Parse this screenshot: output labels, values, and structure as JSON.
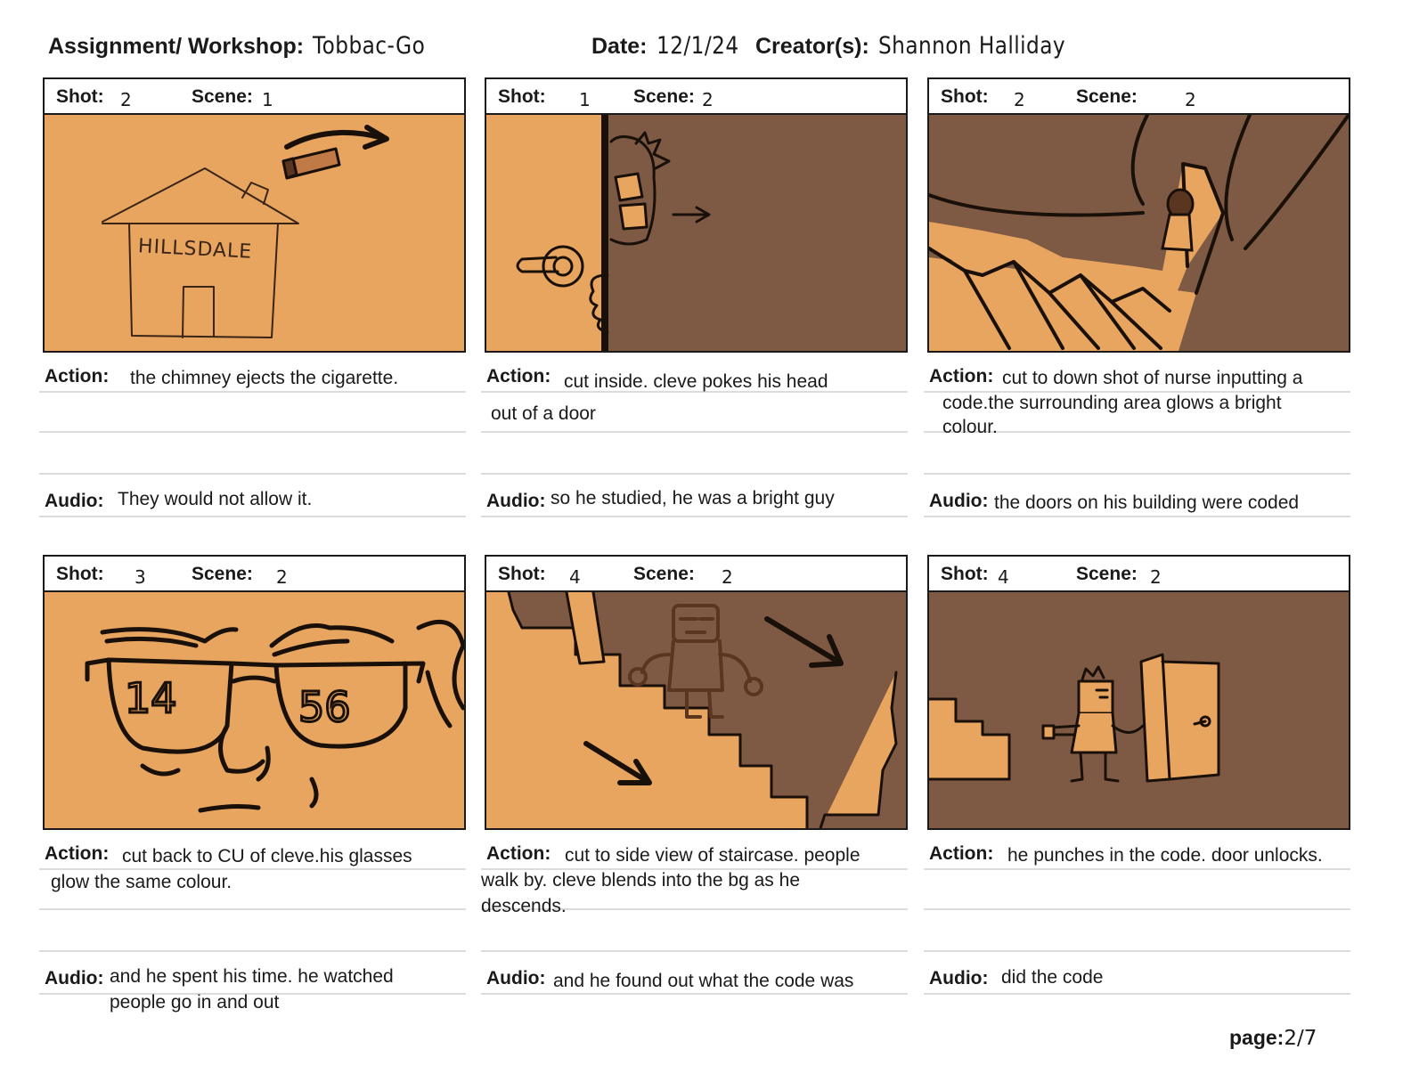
{
  "header": {
    "assignment_label": "Assignment/ Workshop:",
    "assignment_value": "Tobbac-Go",
    "date_label": "Date:",
    "date_value": "12/1/24",
    "creator_label": "Creator(s):",
    "creator_value": "Shannon Halliday"
  },
  "labels": {
    "shot": "Shot:",
    "scene": "Scene:",
    "action": "Action:",
    "audio": "Audio:"
  },
  "colors": {
    "light_orange": "#E8A55F",
    "dark_brown": "#7E5A45",
    "ink": "#2A1A10"
  },
  "panels": [
    {
      "shot": "2",
      "scene": "1",
      "action": [
        "the chimney ejects the cigarette."
      ],
      "audio": [
        "They would not allow it."
      ]
    },
    {
      "shot": "1",
      "scene": "2",
      "action": [
        "cut inside. cleve pokes his head",
        "out of a door"
      ],
      "audio": [
        "so he studied, he was a bright guy"
      ]
    },
    {
      "shot": "2",
      "scene": "2",
      "action": [
        "cut to down shot of nurse inputting a",
        "code.the surrounding area glows a bright",
        "colour."
      ],
      "audio": [
        "the doors on his building were coded"
      ]
    },
    {
      "shot": "3",
      "scene": "2",
      "action": [
        "cut back to CU of cleve.his glasses",
        "glow the same colour."
      ],
      "audio": [
        "and he spent his time. he watched",
        "people go in and out"
      ]
    },
    {
      "shot": "4",
      "scene": "2",
      "action": [
        "cut to side view of staircase. people",
        "walk by. cleve blends into the bg as he",
        "descends."
      ],
      "audio": [
        "and he found out what the code was"
      ]
    },
    {
      "shot": "4",
      "scene": "2",
      "action": [
        "he punches in the code. door unlocks."
      ],
      "audio": [
        "did the code"
      ]
    }
  ],
  "sketch_text": {
    "sign": "HILLSDALE",
    "glasses_left": "14",
    "glasses_right": "56"
  },
  "page": {
    "label": "page:",
    "value": "2/7"
  }
}
